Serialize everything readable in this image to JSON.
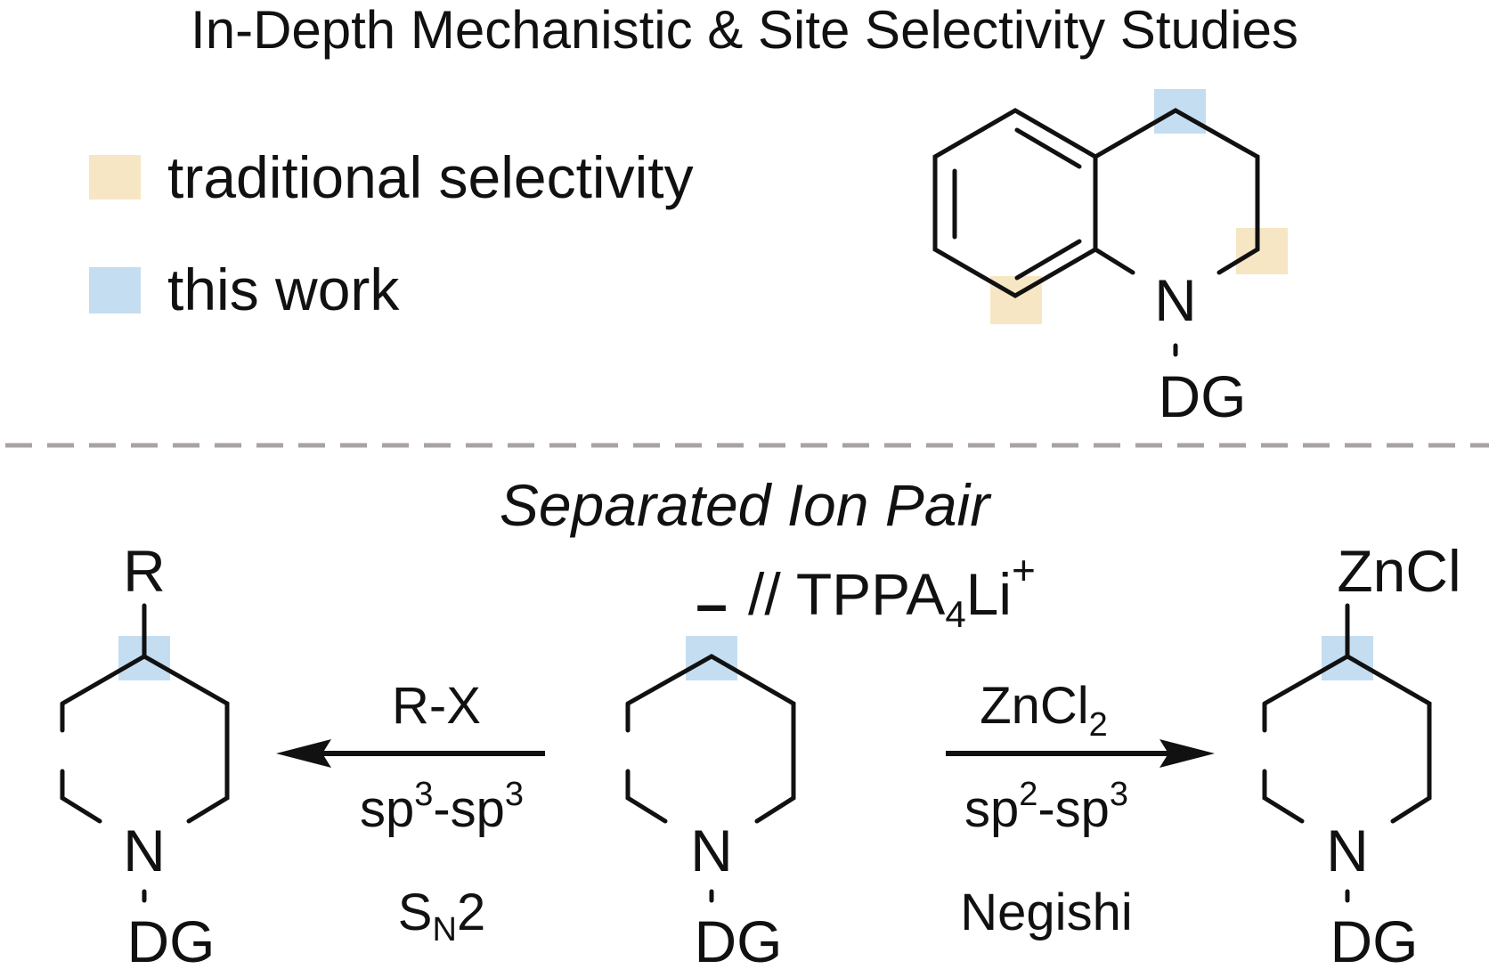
{
  "title": "In-Depth Mechanistic & Site Selectivity Studies",
  "colors": {
    "traditional": "#f7e6c4",
    "this_work": "#c5ddf0",
    "divider": "#a8a2a2",
    "ink": "#111111"
  },
  "legend": {
    "traditional": "traditional selectivity",
    "this_work": "this work"
  },
  "atoms": {
    "N": "N",
    "DG": "DG",
    "R": "R",
    "ZnCl": "ZnCl"
  },
  "section_title": "Separated Ion Pair",
  "anion": {
    "charge": "–",
    "separator": "// TPPA",
    "subscript": "4",
    "cation": "Li",
    "cation_charge": "+"
  },
  "left_arrow": {
    "reagent": "R-X",
    "coupling_a": "sp",
    "coupling_a_sup": "3",
    "coupling_dash": "-sp",
    "coupling_b_sup": "3",
    "mechanism_main": "S",
    "mechanism_sub": "N",
    "mechanism_tail": "2"
  },
  "right_arrow": {
    "reagent_main": "ZnCl",
    "reagent_sub": "2",
    "coupling_a": "sp",
    "coupling_a_sup": "2",
    "coupling_dash": "-sp",
    "coupling_b_sup": "3",
    "mechanism": "Negishi"
  }
}
